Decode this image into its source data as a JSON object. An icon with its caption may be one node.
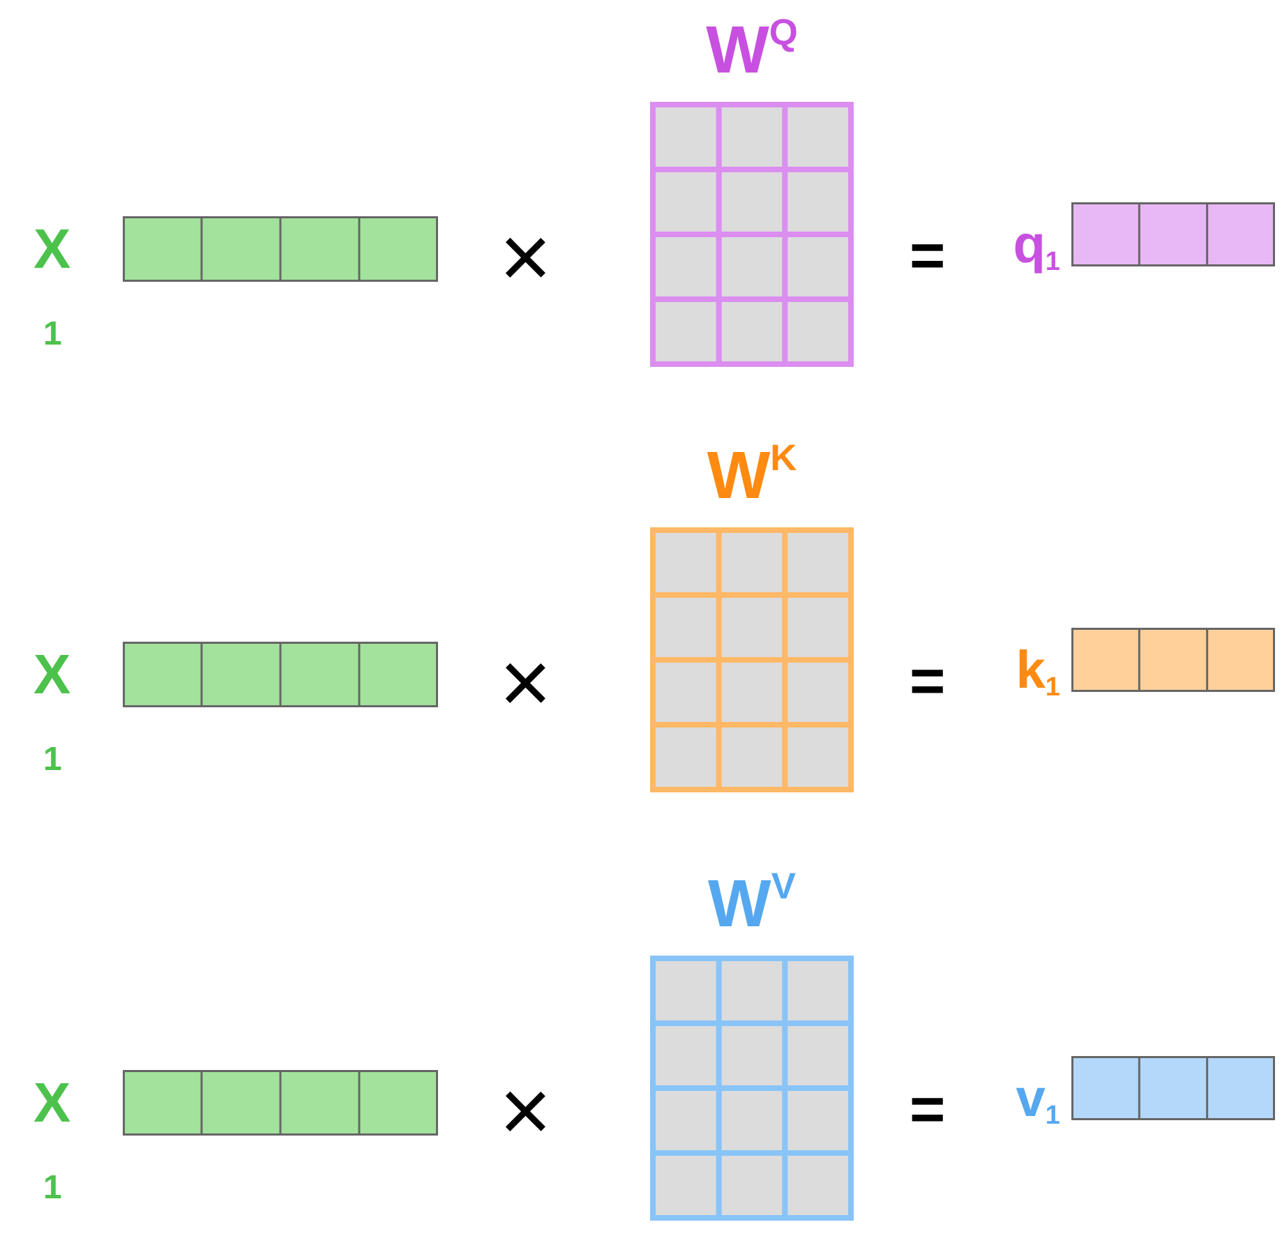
{
  "diagram": {
    "nodes": [
      {
        "text": [],
        "shape": "bar",
        "beside": [
          "X",
          "1"
        ]
      },
      {
        "text": [
          "W$^{Q}$"
        ]
      },
      {
        "text": [],
        "shape": "bar",
        "beside": [
          "q$_{1}$"
        ]
      },
      {
        "text": [],
        "shape": "bar",
        "beside": [
          "X",
          "1"
        ]
      },
      {
        "text": [
          "W$^{K}$"
        ]
      },
      {
        "text": [],
        "shape": "bar",
        "beside": [
          "k$_{1}$"
        ]
      },
      {
        "text": [],
        "shape": "bar",
        "beside": [
          "X",
          "1"
        ]
      },
      {
        "text": [
          "W$^{V}$"
        ]
      },
      {
        "text": [],
        "shape": "bar",
        "beside": [
          "v$_{1}$"
        ]
      }
    ],
    "labels": [
      "×",
      "=",
      "×",
      "=",
      "×",
      "="
    ]
  }
}
